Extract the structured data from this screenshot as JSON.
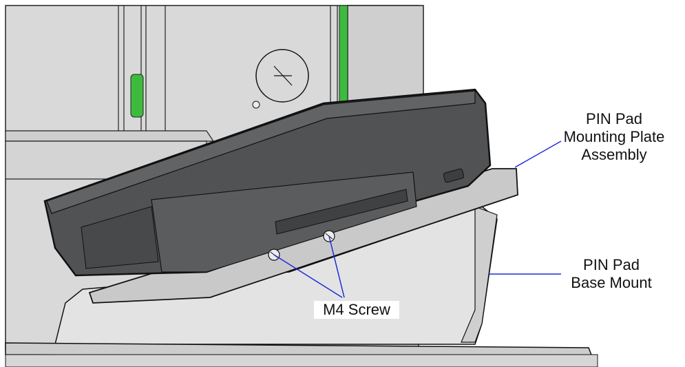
{
  "callouts": {
    "plate_assembly": {
      "line1": "PIN Pad",
      "line2": "Mounting Plate",
      "line3": "Assembly"
    },
    "base_mount": {
      "line1": "PIN Pad",
      "line2": "Base Mount"
    },
    "screw": {
      "label": "M4 Screw"
    }
  },
  "colors": {
    "leader": "#1f2bd6",
    "accent_green": "#3dbb3d",
    "device_dark": "#505254",
    "panel_gray": "#d4d4d4",
    "line_dark": "#111111"
  }
}
